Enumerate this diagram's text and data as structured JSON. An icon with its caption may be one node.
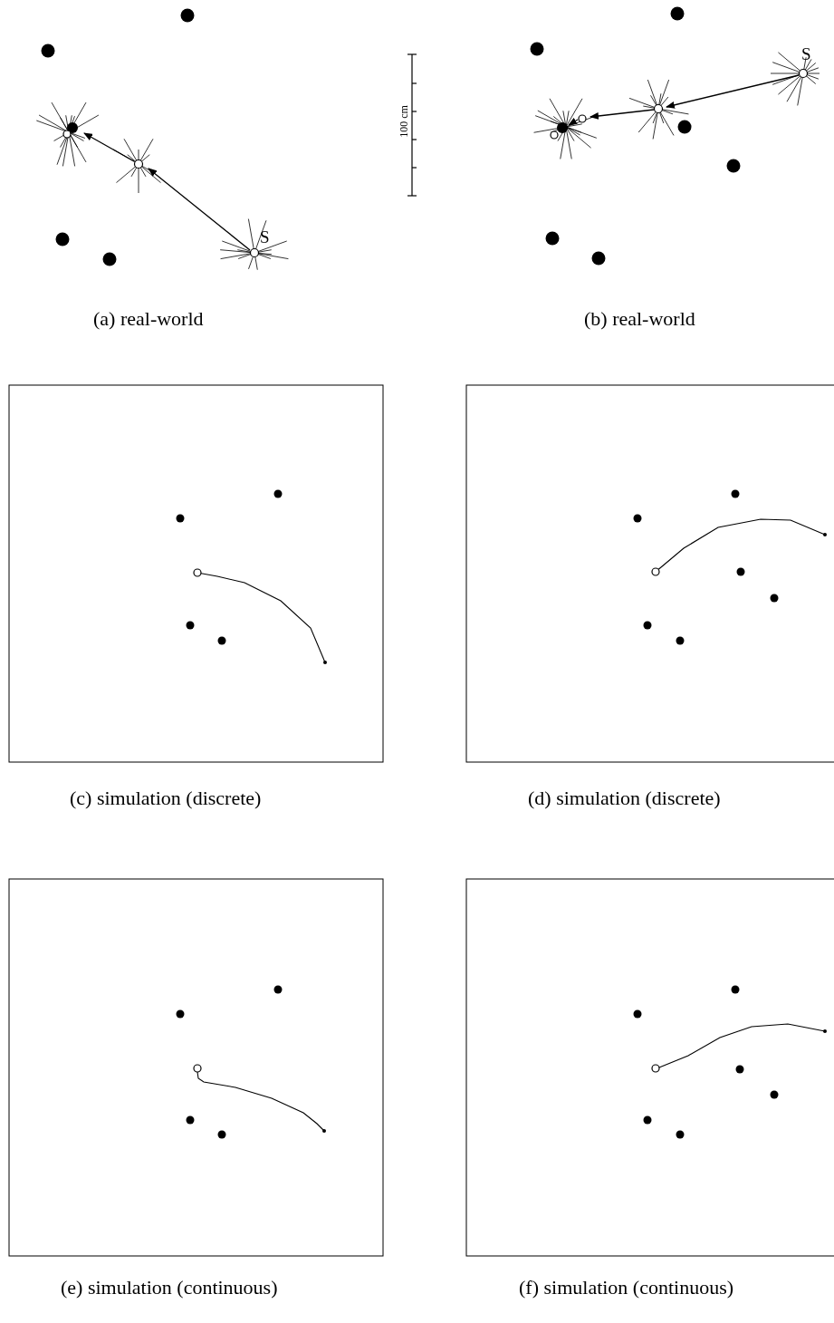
{
  "diagram": {
    "labels": [
      "S",
      "100 cm",
      "S",
      "(a) real-world",
      "(b) real-world",
      "(c) simulation (discrete)",
      "(d) simulation (discrete)",
      "(e) simulation (continuous)",
      "(f) simulation (continuous)"
    ]
  }
}
